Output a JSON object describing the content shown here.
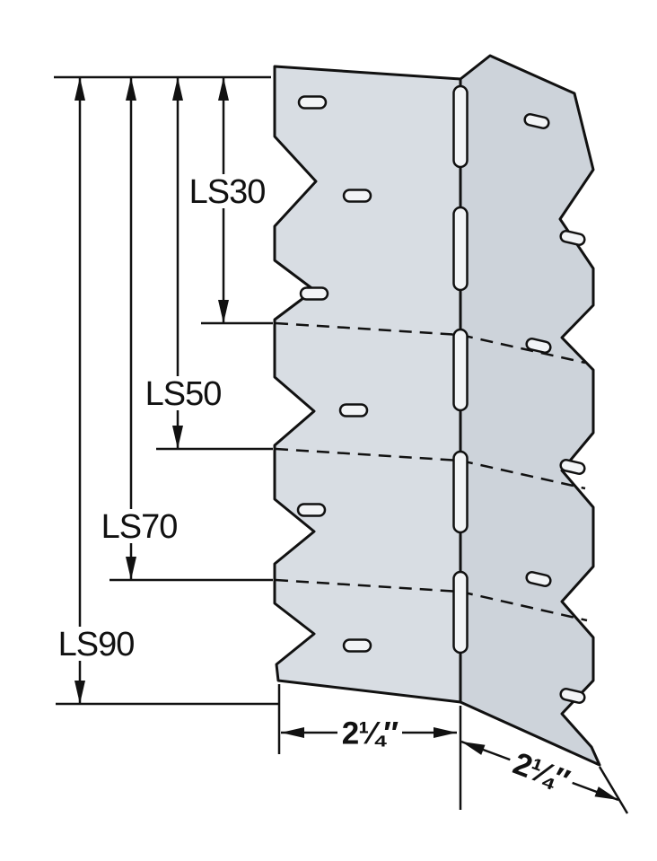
{
  "diagram": {
    "kind": "skewable-angle-connector-line-drawing",
    "labels": {
      "ls30": "LS30",
      "ls50": "LS50",
      "ls70": "LS70",
      "ls90": "LS90"
    },
    "dims": {
      "front_flange": "2¼″",
      "side_flange": "2¼″"
    },
    "colors": {
      "outline": "#111111",
      "panel_fill": "#d8dde3",
      "panel_fill_shaded": "#cdd3da",
      "slot_fill": "#f2f4f6",
      "background": "#ffffff"
    }
  }
}
